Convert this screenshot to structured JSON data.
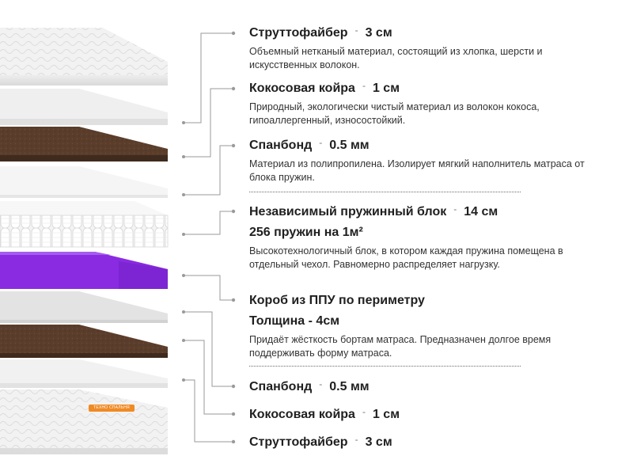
{
  "layers": [
    {
      "title": "Струттофайбер",
      "value": "3 см",
      "description": "Объемный нетканый материал, состоящий из хлопка, шерсти и искусственных волокон."
    },
    {
      "title": "Кокосовая койра",
      "value": "1 см",
      "description": "Природный, экологически чистый материал из волокон кокоса, гипоаллергенный, износостойкий."
    },
    {
      "title": "Спанбонд",
      "value": "0.5 мм",
      "description": "Материал из полипропилена. Изолирует мягкий наполнитель матраса от блока пружин."
    },
    {
      "title": "Независимый пружинный блок",
      "value": "14 см",
      "subtitle": "256 пружин на 1м²",
      "description": "Высокотехнологичный блок, в котором каждая пружина помещена в отдельный чехол. Равномерно распределяет нагрузку."
    },
    {
      "title": "Короб из ППУ по периметру",
      "subtitle": "Толщина - 4см",
      "description": "Придаёт жёсткость бортам матраса. Предназначен долгое время поддерживать форму матраса."
    },
    {
      "title": "Спанбонд",
      "value": "0.5 мм"
    },
    {
      "title": "Кокосовая койра",
      "value": "1 см"
    },
    {
      "title": "Струттофайбер",
      "value": "3 см"
    }
  ],
  "separator": "-",
  "brand_badge": "ТЕХНО СПАЛЬНЯ",
  "colors": {
    "accent": "#8a2be2",
    "coconut": "#5a3d2b",
    "badge": "#f08a24",
    "leader_line": "#9a9a9a"
  }
}
